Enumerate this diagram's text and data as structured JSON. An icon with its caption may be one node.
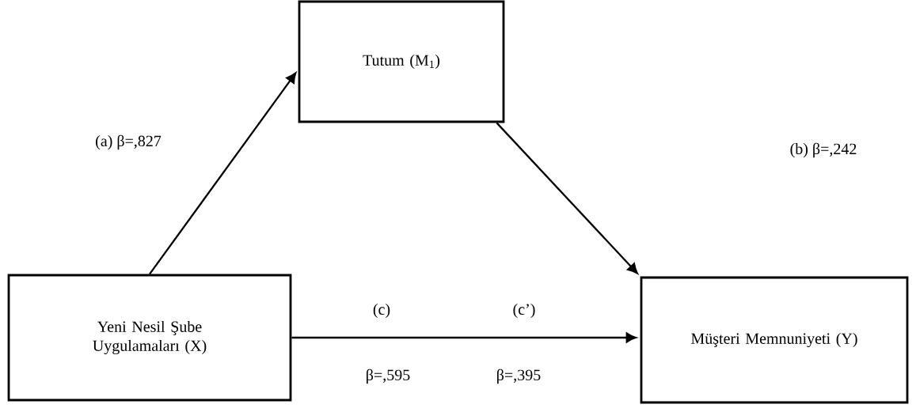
{
  "diagram": {
    "nodes": [
      {
        "text": [
          "Tutum (M$_{1}$)"
        ]
      },
      {
        "text": [
          "Yeni Nesil Şube Uygulamaları (X)"
        ]
      },
      {
        "text": [
          "Müşteri Memnuniyeti (Y)"
        ]
      }
    ],
    "edges": [
      {
        "from": 1,
        "to": 0,
        "arrow": "to"
      },
      {
        "from": 0,
        "to": 2,
        "arrow": "to"
      },
      {
        "from": 1,
        "to": 2,
        "arrow": "to"
      }
    ],
    "labels": [
      "(a)  β=,827",
      "(b)  β=,242",
      "(c)",
      "(c’)",
      "β=,595",
      "β=,395"
    ]
  }
}
